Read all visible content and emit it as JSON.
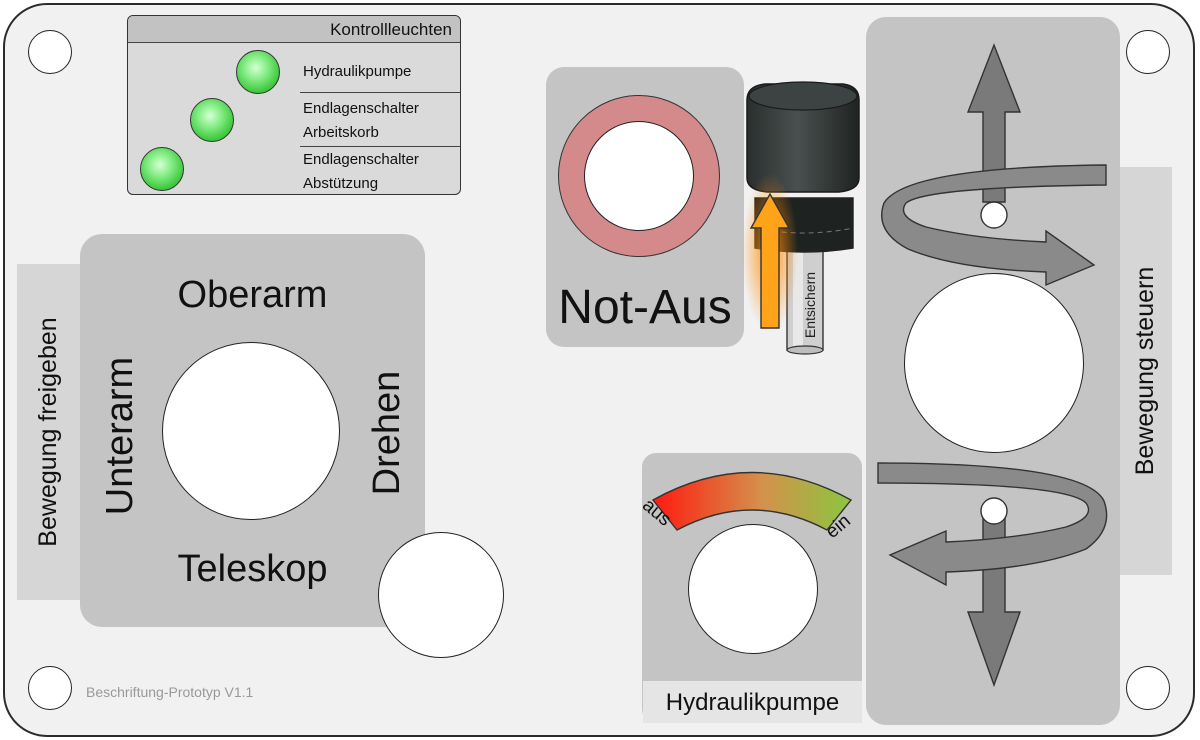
{
  "version_text": "Beschriftung-Prototyp V1.1",
  "indicator_panel": {
    "title": "Kontrollleuchten",
    "lights": [
      {
        "label_lines": [
          "Hydraulikpumpe"
        ]
      },
      {
        "label_lines": [
          "Endlagenschalter",
          "Arbeitskorb"
        ]
      },
      {
        "label_lines": [
          "Endlagenschalter",
          "Abstützung"
        ]
      }
    ]
  },
  "emergency_stop": {
    "label": "Not-Aus",
    "release_label": "Entsichern"
  },
  "boom_controls": {
    "enable_label": "Bewegung freigeben",
    "top_label": "Oberarm",
    "left_label": "Unterarm",
    "right_label": "Drehen",
    "bottom_label": "Teleskop"
  },
  "pump_control": {
    "off_label": "aus",
    "on_label": "ein",
    "title": "Hydraulikpumpe"
  },
  "movement_control": {
    "label": "Bewegung steuern"
  },
  "colors": {
    "panel": "#f1f1f1",
    "box": "#c4c4c4",
    "led_green": "#4fd64f",
    "estop_ring": "#d48a8a",
    "release_arrow": "#ff9800",
    "gauge_start": "#ff2a1a",
    "gauge_end": "#8cc63f"
  }
}
